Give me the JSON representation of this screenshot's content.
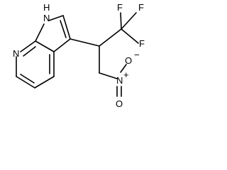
{
  "molecule": {
    "atom_labels": {
      "indole_nh": "H",
      "indole_n": "N",
      "pyridine_n": "N",
      "fluorine_top_left": "F",
      "fluorine_top_right": "F",
      "fluorine_right": "F",
      "nitro_oxygen_minus": "O",
      "nitro_charge_minus": "−",
      "nitro_nitrogen": "N",
      "nitro_charge_plus": "+",
      "nitro_oxygen_double": "O"
    }
  }
}
